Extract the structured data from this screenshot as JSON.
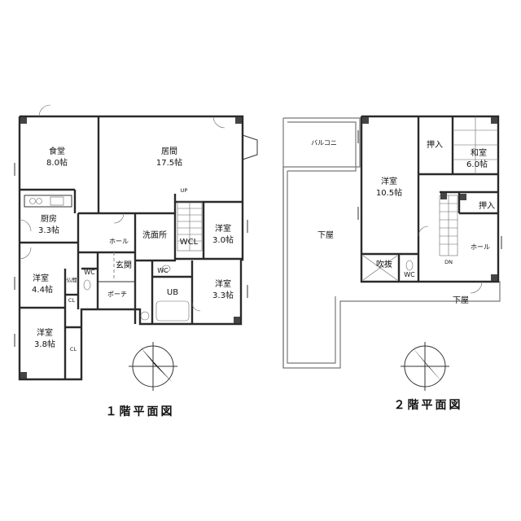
{
  "floor1": {
    "title": "１階平面図",
    "rooms": {
      "dining": [
        "食堂",
        "8.0帖"
      ],
      "living": [
        "居間",
        "17.5帖"
      ],
      "kitchen": [
        "厨房",
        "3.3帖"
      ],
      "western_a": [
        "洋室",
        "4.4帖"
      ],
      "western_b": [
        "洋室",
        "3.8帖"
      ],
      "western_c": [
        "洋室",
        "3.0帖"
      ],
      "western_d": [
        "洋室",
        "3.3帖"
      ],
      "hall": "ホール",
      "washroom": "洗面所",
      "entrance": "玄関",
      "porch": "ポーチ",
      "wc_a": "WC",
      "wc_b": "WC",
      "wcl": "WCL",
      "ub": "UB",
      "butsuma": "仏間",
      "cl_a": "CL",
      "cl_b": "CL",
      "up": "UP"
    }
  },
  "floor2": {
    "title": "２階平面図",
    "rooms": {
      "balcony": "バルコニ",
      "roof_a": "下屋",
      "roof_b": "下屋",
      "western": [
        "洋室",
        "10.5帖"
      ],
      "oshiire_a": "押入",
      "oshiire_b": "押入",
      "japanese": [
        "和室",
        "6.0帖"
      ],
      "hall": "ホール",
      "fukinuke": "吹抜",
      "wc": "WC",
      "dn": "DN"
    }
  },
  "icons": [
    "north-compass-icon",
    "north-compass-icon"
  ]
}
